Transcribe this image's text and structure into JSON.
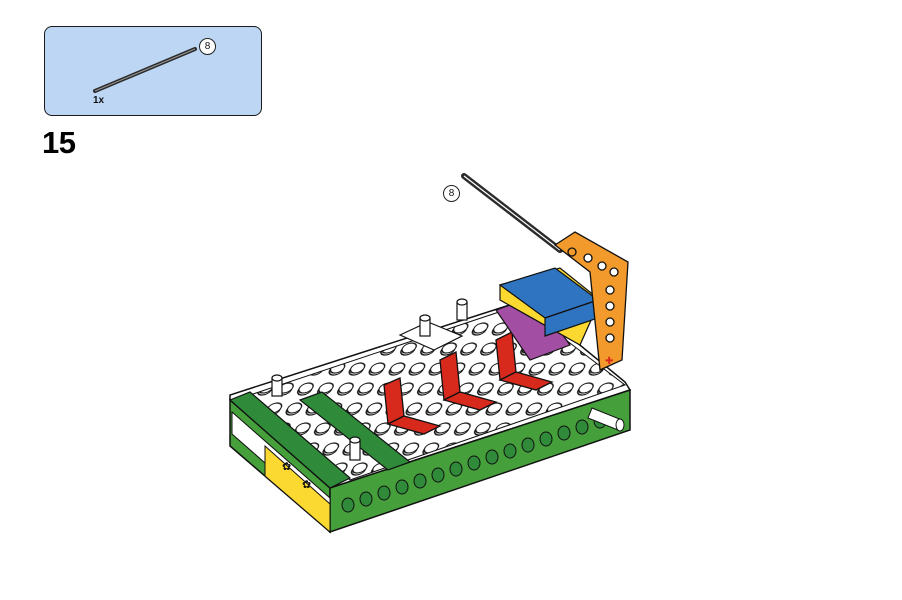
{
  "parts_box": {
    "items": [
      {
        "part": "axle",
        "length_label": "8",
        "quantity": "1x",
        "color": "#2b2b2b"
      }
    ],
    "background": "#bcd6f3"
  },
  "step": {
    "number": "15"
  },
  "model": {
    "axle_callout": "8",
    "colors": {
      "base_green": "#45a03b",
      "plate_white": "#ffffff",
      "tile_green": "#2f8a3a",
      "seat_red": "#d8291d",
      "brick_blue": "#2f74c0",
      "slope_purple": "#a14ea3",
      "beam_orange": "#f39a2d",
      "brick_yellow": "#fbd930",
      "axle_black": "#2b2b2b"
    }
  }
}
